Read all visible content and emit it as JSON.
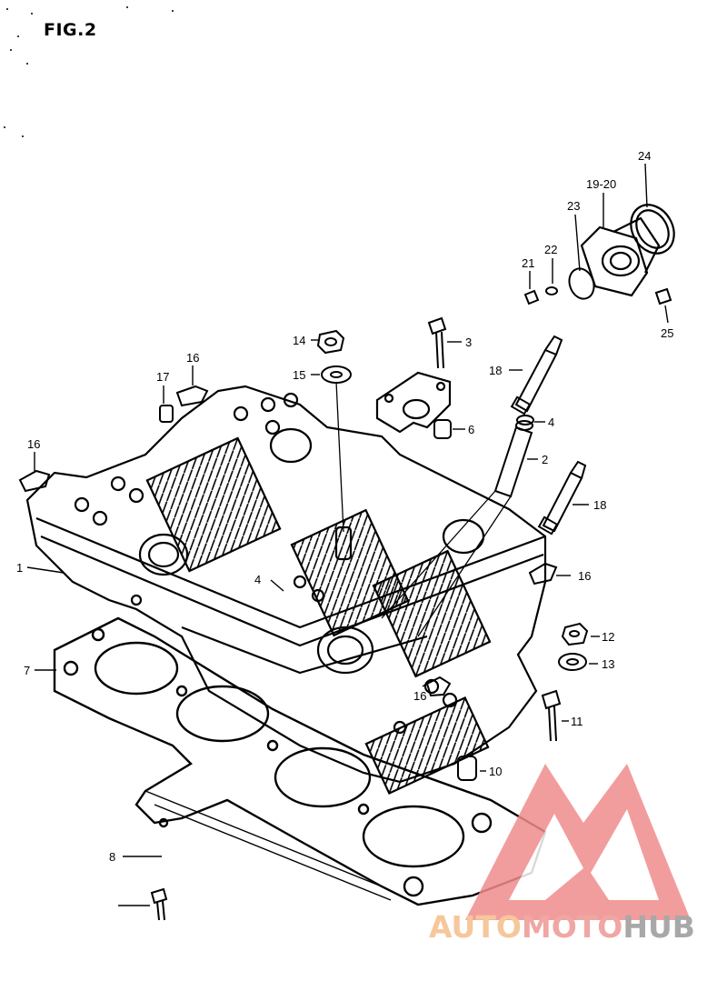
{
  "figure": {
    "title": "FIG.2"
  },
  "callouts": [
    {
      "id": "c1",
      "label": "1"
    },
    {
      "id": "c2",
      "label": "2"
    },
    {
      "id": "c3",
      "label": "3"
    },
    {
      "id": "c4a",
      "label": "4"
    },
    {
      "id": "c4b",
      "label": "4"
    },
    {
      "id": "c6",
      "label": "6"
    },
    {
      "id": "c7",
      "label": "7"
    },
    {
      "id": "c8",
      "label": "8"
    },
    {
      "id": "c10",
      "label": "10"
    },
    {
      "id": "c11",
      "label": "11"
    },
    {
      "id": "c12",
      "label": "12"
    },
    {
      "id": "c13",
      "label": "13"
    },
    {
      "id": "c14",
      "label": "14"
    },
    {
      "id": "c15",
      "label": "15"
    },
    {
      "id": "c16a",
      "label": "16"
    },
    {
      "id": "c16b",
      "label": "16"
    },
    {
      "id": "c16c",
      "label": "16"
    },
    {
      "id": "c16d",
      "label": "16"
    },
    {
      "id": "c17",
      "label": "17"
    },
    {
      "id": "c18a",
      "label": "18"
    },
    {
      "id": "c18b",
      "label": "18"
    },
    {
      "id": "c1920",
      "label": "19-20"
    },
    {
      "id": "c21",
      "label": "21"
    },
    {
      "id": "c22",
      "label": "22"
    },
    {
      "id": "c23",
      "label": "23"
    },
    {
      "id": "c24",
      "label": "24"
    },
    {
      "id": "c25",
      "label": "25"
    }
  ],
  "watermark": {
    "part_auto": "AUTO",
    "part_moto": "MOTO",
    "part_hub": "HUB",
    "colors": {
      "auto": "#f6c79a",
      "moto": "#f0a7a4",
      "hub": "#a8a8a8",
      "logo": "#f08c8c"
    }
  }
}
